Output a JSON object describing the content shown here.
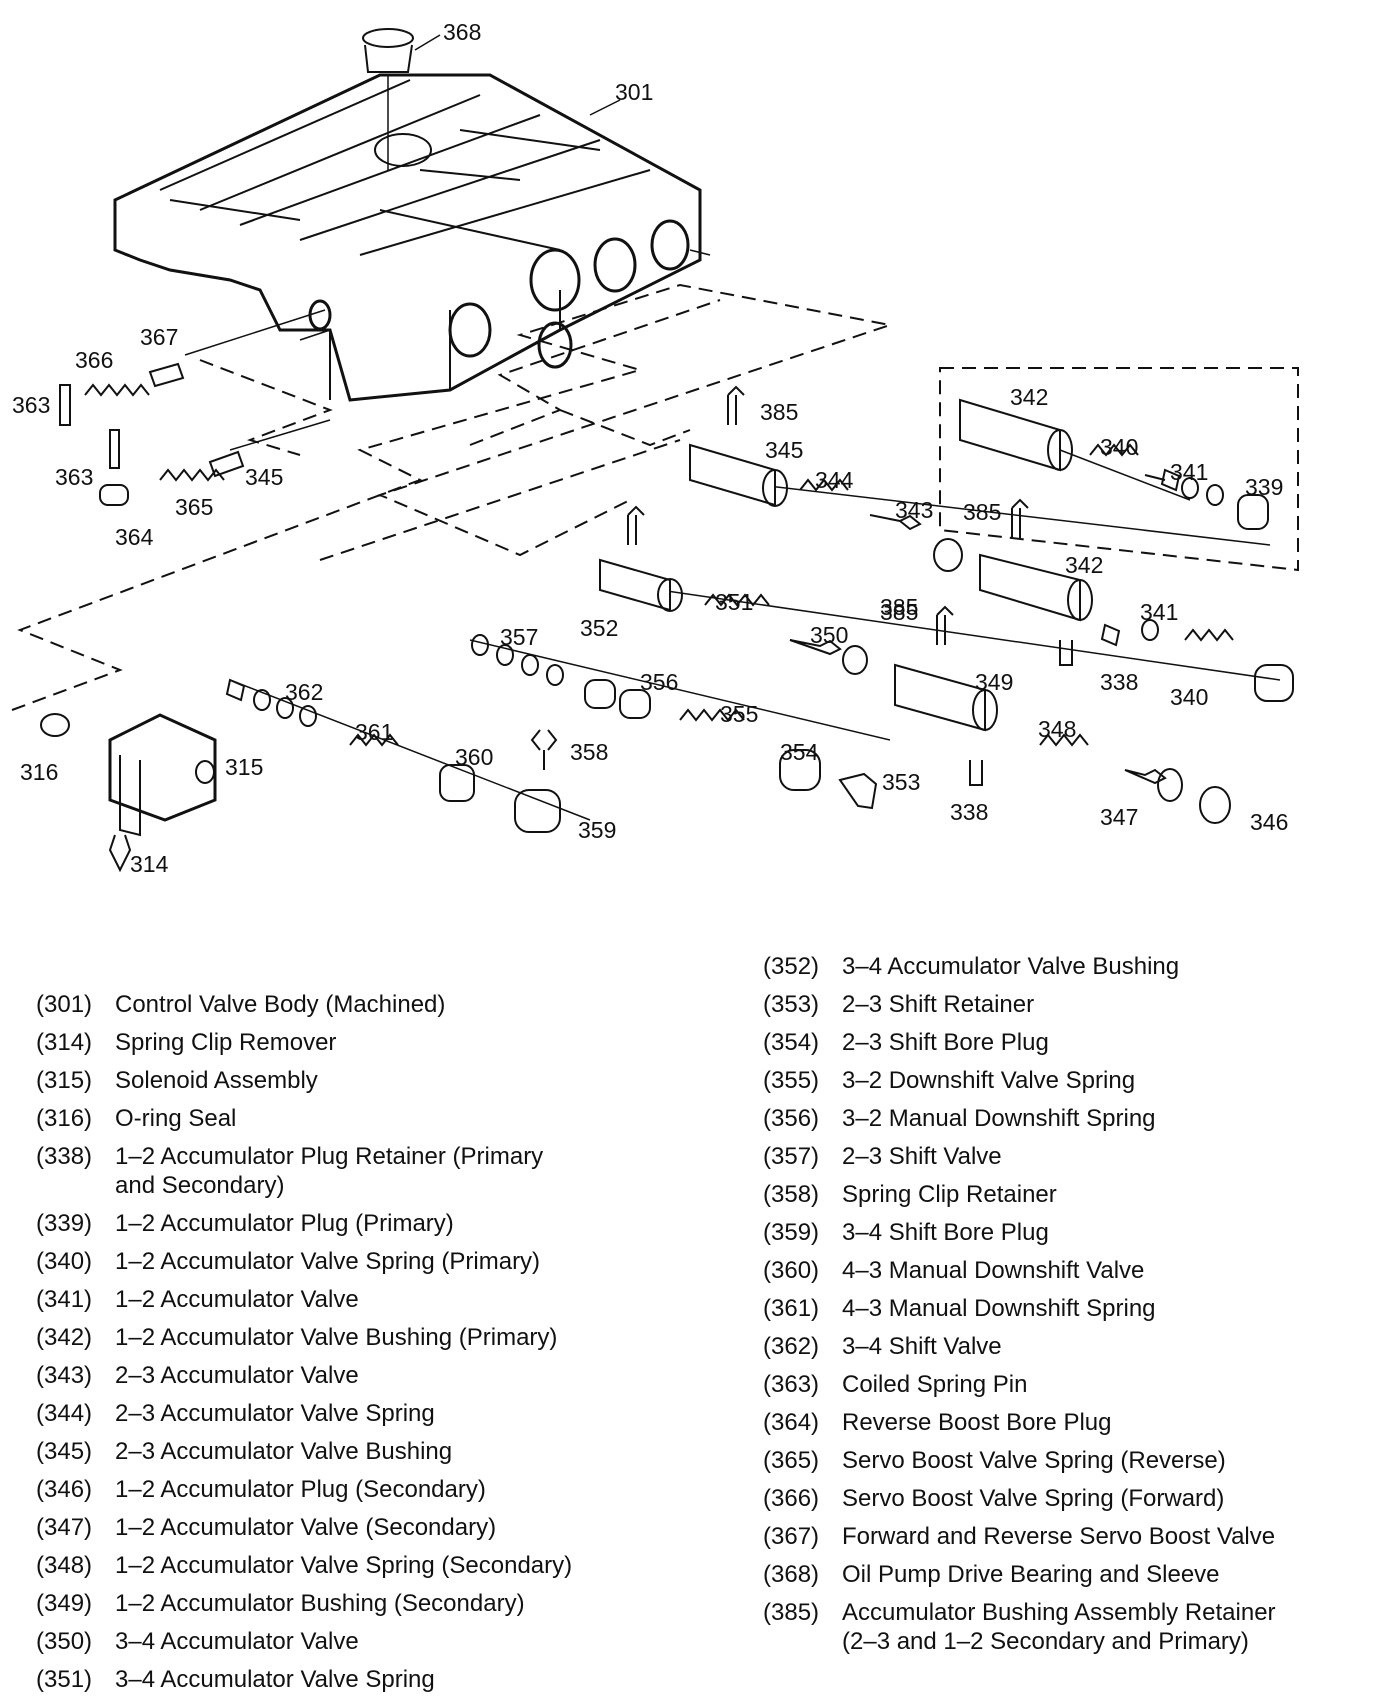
{
  "callouts": [
    "368",
    "301",
    "367",
    "366",
    "363",
    "363",
    "345",
    "365",
    "364",
    "342",
    "340",
    "341",
    "339",
    "385",
    "345",
    "344",
    "343",
    "385",
    "342",
    "341",
    "385",
    "352",
    "351",
    "350",
    "357",
    "356",
    "362",
    "361",
    "360",
    "358",
    "355",
    "354",
    "353",
    "316",
    "315",
    "314",
    "359",
    "385",
    "349",
    "348",
    "338",
    "340",
    "338",
    "347",
    "346"
  ],
  "legend_left": [
    {
      "num": "(301)",
      "desc": "Control Valve Body (Machined)"
    },
    {
      "num": "(314)",
      "desc": "Spring Clip Remover"
    },
    {
      "num": "(315)",
      "desc": "Solenoid Assembly"
    },
    {
      "num": "(316)",
      "desc": "O-ring Seal"
    },
    {
      "num": "(338)",
      "desc": "1–2 Accumulator Plug Retainer (Primary",
      "desc2": "and Secondary)"
    },
    {
      "num": "(339)",
      "desc": "1–2 Accumulator Plug (Primary)"
    },
    {
      "num": "(340)",
      "desc": "1–2 Accumulator Valve Spring (Primary)"
    },
    {
      "num": "(341)",
      "desc": "1–2 Accumulator Valve"
    },
    {
      "num": "(342)",
      "desc": "1–2 Accumulator Valve Bushing (Primary)"
    },
    {
      "num": "(343)",
      "desc": "2–3 Accumulator Valve"
    },
    {
      "num": "(344)",
      "desc": "2–3 Accumulator Valve Spring"
    },
    {
      "num": "(345)",
      "desc": "2–3 Accumulator Valve Bushing"
    },
    {
      "num": "(346)",
      "desc": "1–2 Accumulator Plug (Secondary)"
    },
    {
      "num": "(347)",
      "desc": "1–2 Accumulator Valve (Secondary)"
    },
    {
      "num": "(348)",
      "desc": "1–2 Accumulator Valve Spring (Secondary)"
    },
    {
      "num": "(349)",
      "desc": "1–2 Accumulator Bushing (Secondary)"
    },
    {
      "num": "(350)",
      "desc": "3–4 Accumulator Valve"
    },
    {
      "num": "(351)",
      "desc": "3–4 Accumulator Valve Spring"
    }
  ],
  "legend_right": [
    {
      "num": "(352)",
      "desc": "3–4 Accumulator Valve Bushing"
    },
    {
      "num": "(353)",
      "desc": "2–3 Shift Retainer"
    },
    {
      "num": "(354)",
      "desc": "2–3 Shift Bore Plug"
    },
    {
      "num": "(355)",
      "desc": "3–2 Downshift Valve Spring"
    },
    {
      "num": "(356)",
      "desc": "3–2 Manual Downshift Spring"
    },
    {
      "num": "(357)",
      "desc": "2–3 Shift Valve"
    },
    {
      "num": "(358)",
      "desc": "Spring Clip Retainer"
    },
    {
      "num": "(359)",
      "desc": "3–4 Shift Bore Plug"
    },
    {
      "num": "(360)",
      "desc": "4–3 Manual Downshift Valve"
    },
    {
      "num": "(361)",
      "desc": "4–3 Manual Downshift Spring"
    },
    {
      "num": "(362)",
      "desc": "3–4 Shift Valve"
    },
    {
      "num": "(363)",
      "desc": "Coiled Spring Pin"
    },
    {
      "num": "(364)",
      "desc": "Reverse Boost Bore Plug"
    },
    {
      "num": "(365)",
      "desc": "Servo Boost Valve Spring (Reverse)"
    },
    {
      "num": "(366)",
      "desc": "Servo Boost Valve Spring (Forward)"
    },
    {
      "num": "(367)",
      "desc": "Forward and Reverse Servo Boost Valve"
    },
    {
      "num": "(368)",
      "desc": "Oil Pump Drive Bearing and Sleeve"
    },
    {
      "num": "(385)",
      "desc": "Accumulator Bushing Assembly Retainer",
      "desc2": "(2–3 and 1–2 Secondary and Primary)"
    }
  ]
}
